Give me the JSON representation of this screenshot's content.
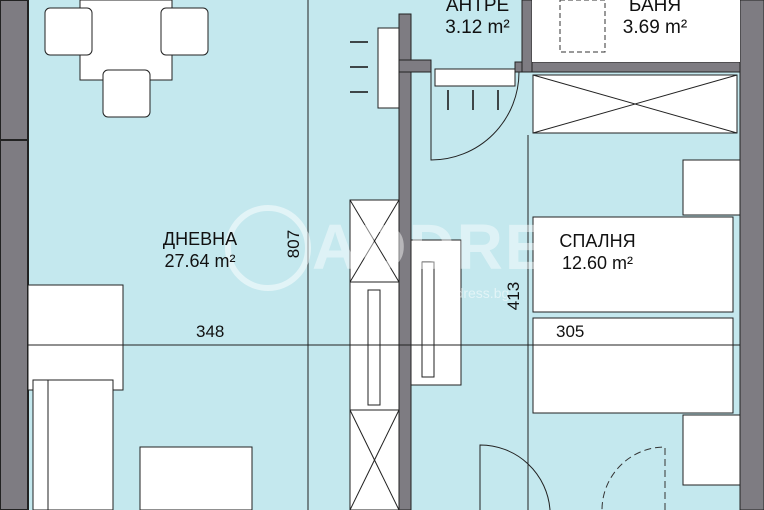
{
  "rooms": {
    "living": {
      "name": "ДНЕВНА",
      "area": "27.64 m²"
    },
    "hall": {
      "name": "АНТРЕ",
      "area": "3.12 m²"
    },
    "bath": {
      "name": "БАНЯ",
      "area": "3.69 m²"
    },
    "bedroom": {
      "name": "СПАЛНЯ",
      "area": "12.60 m²"
    }
  },
  "dimensions": {
    "living_width": "348",
    "living_length": "807",
    "bedroom_length": "413",
    "bedroom_width": "305"
  },
  "watermark": {
    "brand": "ADDRESS",
    "sub": "address.bg"
  },
  "colors": {
    "floor": "#c4e8ee",
    "wall": "#7e7c82",
    "furniture": "#ffffff",
    "line": "#1a1a1a"
  }
}
